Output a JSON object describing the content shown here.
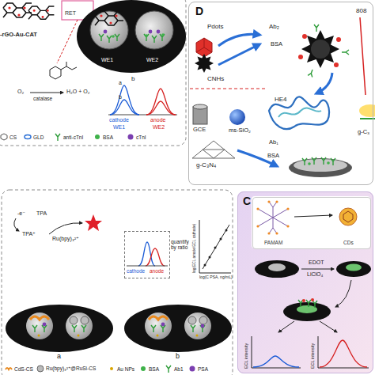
{
  "diagram": {
    "nodes": [
      {
        "text": [
          "D"
        ]
      },
      {
        "text": [
          "cathode",
          "anode"
        ]
      },
      {
        "text": [
          "C"
        ]
      },
      {
        "text": [
          "PAMAM",
          "CDs"
        ],
        "in": 2
      }
    ],
    "labels": [
      "RET",
      "-rGO-Au-CAT",
      "WE1",
      "WE2",
      "b",
      "O₂",
      "catalase",
      "H₂O + O₂",
      "a",
      "b",
      "cathode",
      "anode",
      "WE1",
      "WE2",
      "Pdots",
      "Ab₂",
      "BSA",
      "808",
      "CNHs",
      "HE4",
      "GCE",
      "ms-SiO₂",
      "Ab₁",
      "BSA",
      "g-C₃N₄",
      "g-C₃",
      "-e⁻",
      "TPA",
      "TPA⁺",
      "Ru(bpy)₃²⁺",
      "quantify by ratio",
      "log(ECL anode/ECL cathode)",
      "log(C PSA, ng/mL)",
      "a",
      "b",
      "EDOT",
      "LiClO₄",
      "ECL intensity",
      "ECL intensity"
    ],
    "legend": [
      {
        "text": "CS"
      },
      {
        "text": "GLD"
      },
      {
        "text": "anti-cTnI"
      },
      {
        "text": "BSA"
      },
      {
        "text": "cTnI"
      },
      {
        "text": "CdS-CS"
      },
      {
        "text": "Ru(bpy)₃²⁺@RuSi-CS"
      },
      {
        "text": "Au NPs"
      },
      {
        "text": "BSA"
      },
      {
        "text": "Ab1"
      },
      {
        "text": "PSA"
      }
    ]
  }
}
